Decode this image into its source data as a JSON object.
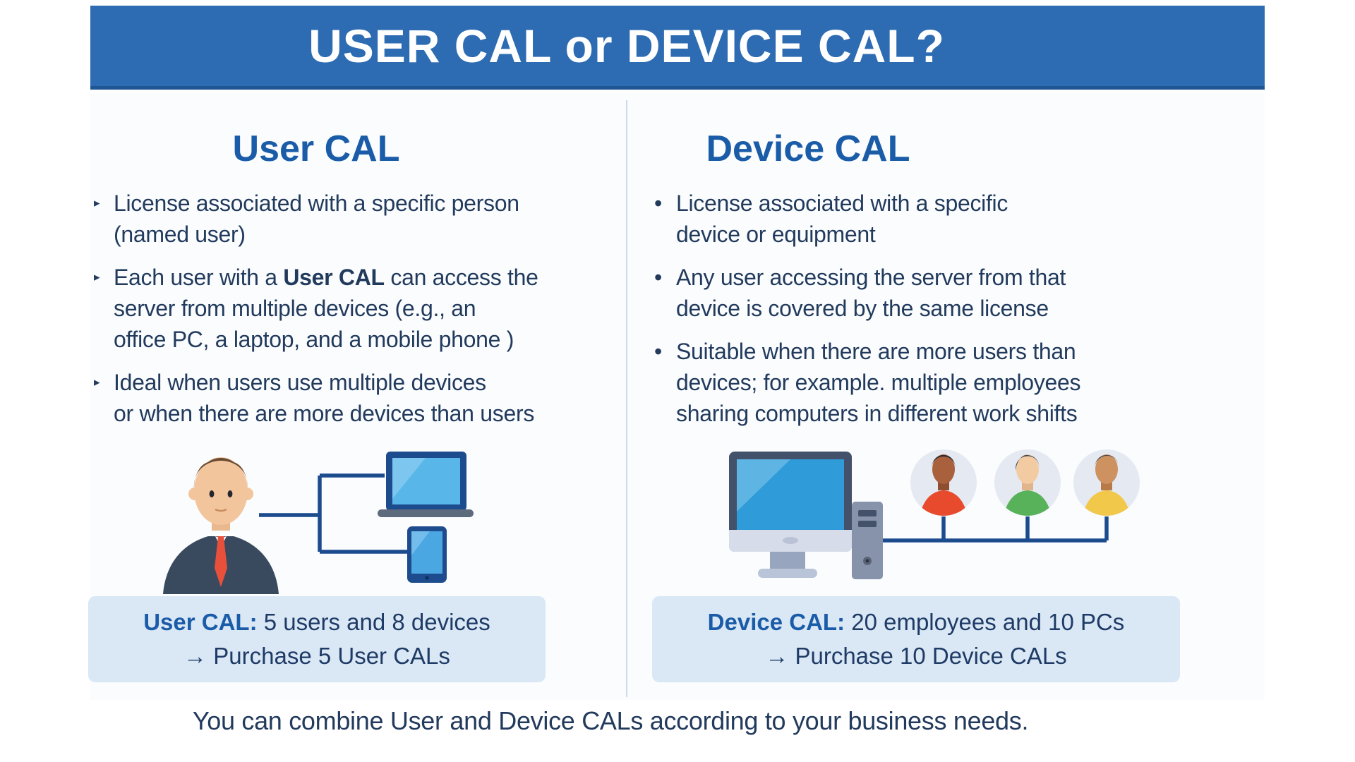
{
  "banner": {
    "title": "USER CAL or DEVICE CAL?"
  },
  "left": {
    "heading": "User CAL",
    "marker": "▸",
    "bullets": [
      {
        "text": "License associated with a specific person\n(named user)"
      },
      {
        "pre": "Each user with a ",
        "bold": "User CAL",
        "post": " can access the",
        "rest": "server from multiple devices (e.g., an\noffice PC, a laptop, and a mobile phone )"
      },
      {
        "text": "Ideal when users use multiple devices\nor when there are more devices than users"
      }
    ],
    "example": {
      "label": "User CAL:",
      "line1": " 5 users and 8 devices",
      "line2": "→ Purchase 5 User CALs"
    }
  },
  "right": {
    "heading": "Device CAL",
    "marker": "•",
    "bullets": [
      {
        "text": "License associated with a specific\ndevice or equipment"
      },
      {
        "text": "Any user accessing the server from that\ndevice is covered by the same license"
      },
      {
        "text": "Suitable when there are more users than\ndevices; for example. multiple employees\nsharing computers in different work shifts"
      }
    ],
    "example": {
      "label": "Device CAL:",
      "line1": " 20 employees and 10 PCs",
      "line2": "→ Purchase 10 Device CALs"
    }
  },
  "footer": {
    "note": "You can combine User and Device CALs according to your business needs."
  },
  "icons": {
    "left_bullet": "triangle-bullet-icon",
    "right_bullet": "dot-bullet-icon",
    "left_illustration": [
      "business-man-icon",
      "laptop-icon",
      "tablet-icon"
    ],
    "right_illustration": [
      "desktop-monitor-icon",
      "pc-tower-icon",
      "user-avatar-orange-icon",
      "user-avatar-green-icon",
      "user-avatar-yellow-icon"
    ]
  },
  "colors": {
    "banner_blue": "#2D6BB2",
    "heading_blue": "#1A5CA8",
    "text_navy": "#223A5C",
    "box_bg": "#DAE7F5",
    "line_blue": "#1C4C8E",
    "shirt_orange": "#E84A2D",
    "shirt_green": "#57B259",
    "shirt_yellow": "#F2C84B",
    "tie_red": "#E8503C"
  }
}
